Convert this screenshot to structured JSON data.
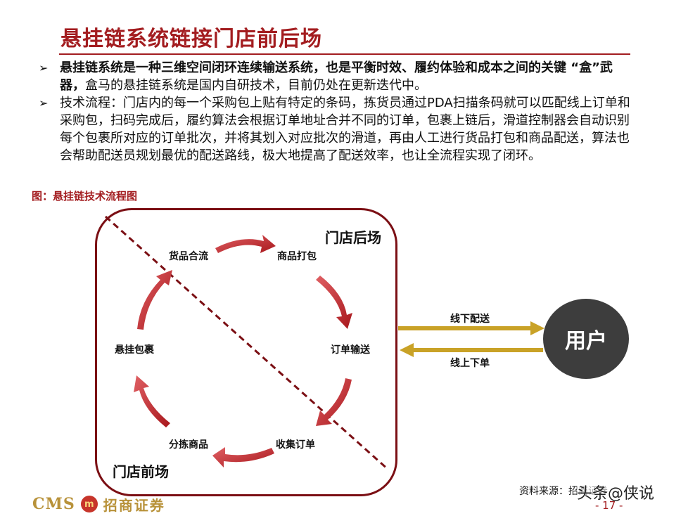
{
  "slide": {
    "title": "悬挂链系统链接门店前后场",
    "figure_label": "图：悬挂链技术流程图",
    "bullets": [
      {
        "bold_text": "悬挂链系统是一种三维空间闭环连续输送系统，也是平衡时效、履约体验和成本之间的关键 “盒”武器，",
        "regular_text": "盒马的悬挂链系统是国内自研技术，目前仍处在更新迭代中。"
      },
      {
        "bold_text": "",
        "regular_text": "技术流程：门店内的每一个采购包上贴有特定的条码，拣货员通过PDA扫描条码就可以匹配线上订单和采购包，扫码完成后，履约算法会根据订单地址合并不同的订单，包裹上链后，滑道控制器会自动识别每个包裹所对应的订单批次，并将其划入对应批次的滑道，再由人工进行货品打包和商品配送，算法也会帮助配送员规划最优的配送路线，极大地提高了配送效率，也让全流程实现了闭环。"
      }
    ],
    "source": "资料来源：招商证券",
    "watermark": "头条@侠说",
    "page_number": "- 17 -"
  },
  "diagram": {
    "zones": {
      "back": "门店后场",
      "front": "门店前场"
    },
    "nodes": {
      "merge": "货品合流",
      "pack": "商品打包",
      "delivery": "订单输送",
      "collect": "收集订单",
      "sort": "分拣商品",
      "hang": "悬挂包裹"
    },
    "channels": {
      "outbound": "线下配送",
      "inbound": "线上下单"
    },
    "user": "用户"
  },
  "logo": {
    "cms": "CMS",
    "coin": "m",
    "name": "招商证券"
  },
  "colors": {
    "title": "#a31d20",
    "box_border": "#7b0f14",
    "arrow": "#c8353a",
    "channel": "#c9a227",
    "user": "#3d3d3d"
  }
}
